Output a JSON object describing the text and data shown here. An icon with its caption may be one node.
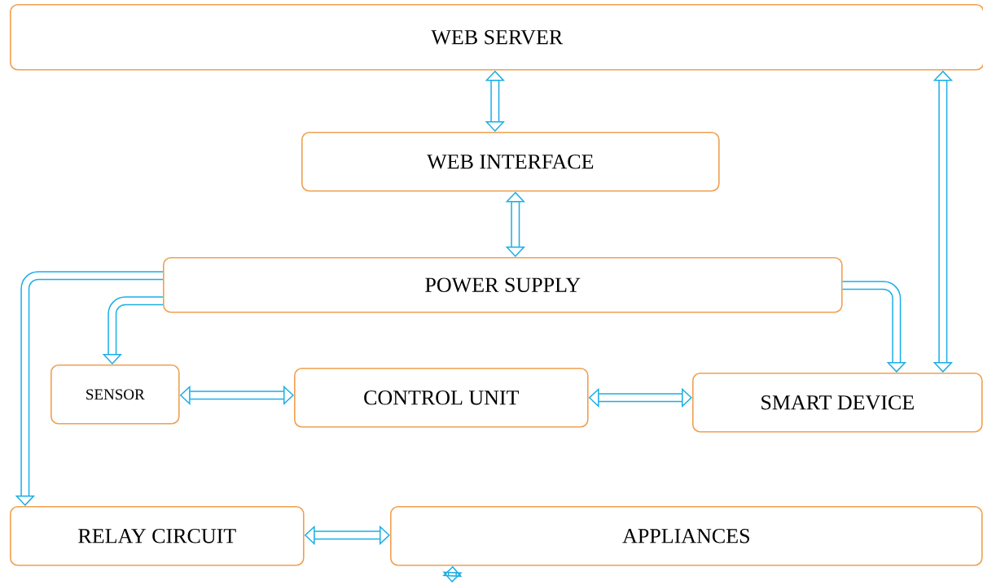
{
  "diagram": {
    "nodes": [
      {
        "text": [
          "WEB SERVER"
        ]
      },
      {
        "text": [
          "WEB INTERFACE"
        ]
      },
      {
        "text": [
          "POWER SUPPLY"
        ]
      },
      {
        "text": [
          "SENSOR"
        ]
      },
      {
        "text": [
          "CONTROL UNIT"
        ]
      },
      {
        "text": [
          "SMART DEVICE"
        ]
      },
      {
        "text": [
          "RELAY CIRCUIT"
        ]
      },
      {
        "text": [
          "APPLIANCES"
        ]
      }
    ],
    "edges": [
      {
        "from": 0,
        "to": 1,
        "arrow": "both"
      },
      {
        "from": 1,
        "to": 2,
        "arrow": "both"
      },
      {
        "from": 0,
        "to": 5,
        "arrow": "both"
      },
      {
        "from": 2,
        "to": 5,
        "arrow": "to"
      },
      {
        "from": 2,
        "to": 3,
        "arrow": "to"
      },
      {
        "from": 2,
        "to": 6,
        "arrow": "to"
      },
      {
        "from": 3,
        "to": 4,
        "arrow": "both"
      },
      {
        "from": 4,
        "to": 5,
        "arrow": "both"
      },
      {
        "from": 6,
        "to": 7,
        "arrow": "both"
      },
      {
        "from": 7,
        "to": null,
        "arrow": "both"
      }
    ]
  }
}
